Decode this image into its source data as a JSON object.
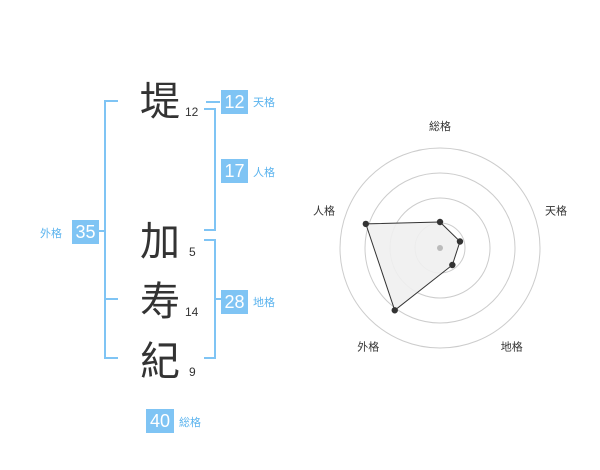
{
  "name": {
    "chars": [
      {
        "char": "堤",
        "strokes": "12"
      },
      {
        "char": "加",
        "strokes": "5"
      },
      {
        "char": "寿",
        "strokes": "14"
      },
      {
        "char": "紀",
        "strokes": "9"
      }
    ]
  },
  "kakusu": {
    "tenkaku": {
      "value": "12",
      "label": "天格"
    },
    "jinkaku": {
      "value": "17",
      "label": "人格"
    },
    "chikaku": {
      "value": "28",
      "label": "地格"
    },
    "gaikaku": {
      "value": "35",
      "label": "外格"
    },
    "soukaku": {
      "value": "40",
      "label": "総格"
    }
  },
  "colors": {
    "accent": "#7fc4f4",
    "accent_text": "#5ab3ee",
    "text": "#333333",
    "grid": "#cccccc",
    "fill": "#f0f0f0"
  },
  "chart_data": {
    "type": "radar",
    "axes": [
      "総格",
      "天格",
      "地格",
      "外格",
      "人格"
    ],
    "values": [
      0.26,
      0.21,
      0.21,
      0.77,
      0.78
    ],
    "range": [
      0,
      1
    ],
    "rings": 4
  }
}
